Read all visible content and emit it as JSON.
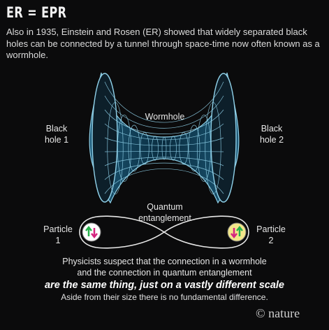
{
  "title": "ER = EPR",
  "intro": "Also in 1935, Einstein and Rosen (ER) showed that widely separated black holes can be connected by a tunnel through space-time now often known as a wormhole.",
  "labels": {
    "black_hole_1": [
      "Black",
      "hole 1"
    ],
    "black_hole_2": [
      "Black",
      "hole 2"
    ],
    "wormhole": "Wormhole",
    "entanglement": [
      "Quantum",
      "entanglement"
    ],
    "particle_1": [
      "Particle",
      "1"
    ],
    "particle_2": [
      "Particle",
      "2"
    ]
  },
  "notes": {
    "line1": "Physicists suspect that the connection in a wormhole",
    "line2": "and the connection in quantum entanglement",
    "emphasis": "are the same thing, just on a vastly different scale",
    "line3": "Aside from their size there is no fundamental difference."
  },
  "brand": "© nature",
  "colors": {
    "background": "#0b0b0c",
    "wormhole_fill": "#103d55",
    "wormhole_grid": "#8fd0e8",
    "particle_1_fill": "#ffffff",
    "particle_2_fill": "#f3e68a",
    "arrow_up": "#26b14a",
    "arrow_down": "#d6247f"
  }
}
